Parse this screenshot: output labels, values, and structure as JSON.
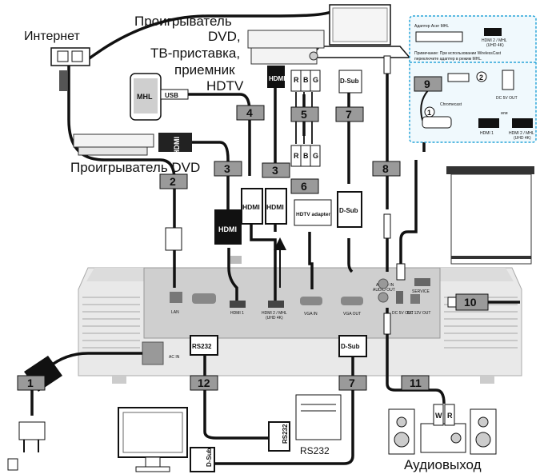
{
  "labels": {
    "internet": "Интернет",
    "dvd_stb_1": "Проигрыватель",
    "dvd_stb_2": "DVD,",
    "dvd_stb_3": "ТВ-приставка,",
    "dvd_stb_4": "приемник",
    "dvd_stb_5": "HDTV",
    "dvd_player": "Проигрыватель DVD",
    "audio_out": "Аудиовыход",
    "mhl_phone": "MHL",
    "usb": "USB",
    "hdmi": "HDMI",
    "dsub": "D-Sub",
    "rs232": "RS232",
    "hdtv_adapter": "HDTV adapter",
    "rgb_r": "R",
    "rgb_b": "B",
    "rgb_g": "G",
    "audio_w": "W",
    "audio_r": "R"
  },
  "inset": {
    "title": "Адаптер Acer MHL",
    "hdmi_mhl_label": "HDMI 2 / MHL",
    "uhd": "(UHD 4K)",
    "note_1": "Примечание: При использовании WirelessCast",
    "note_2": "переключите адаптер в режим MHL.",
    "chromecast": "Chromecast",
    "dc_out": "DC 5V OUT",
    "or": "или",
    "hdmi1": "HDMI 1",
    "hdmi2": "HDMI 2 / MHL",
    "uhd2": "(UHD 4K)",
    "step1": "1",
    "step2": "2"
  },
  "ports": {
    "lan": "LAN",
    "rs232": "RS232",
    "hdmi1": "HDMI 1",
    "hdmi2": "HDMI 2 / MHL",
    "uhd": "(UHD 4K)",
    "vga_in": "VGA IN",
    "vga_out": "VGA OUT",
    "audio_in": "AUDIO IN",
    "audio_out": "AUDIO OUT",
    "dc_out1": "DC 5V OUT",
    "dc_out2": "DC 12V OUT",
    "service": "SERVICE",
    "acin": "AC IN"
  },
  "cable_numbers": {
    "n1": "1",
    "n2": "2",
    "n3a": "3",
    "n3b": "3",
    "n4": "4",
    "n5": "5",
    "n6": "6",
    "n7a": "7",
    "n7b": "7",
    "n8": "8",
    "n9": "9",
    "n10": "10",
    "n11": "11",
    "n12": "12"
  },
  "colors": {
    "cable": "#111111",
    "badge_fill": "#9a9a9a",
    "inset_border": "#2aa6d9",
    "projector": "#e6e6e6"
  }
}
